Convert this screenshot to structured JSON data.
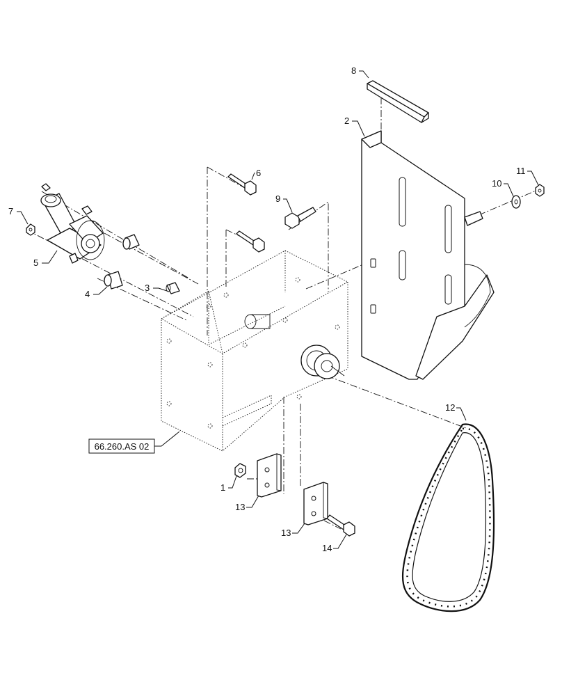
{
  "callouts": [
    {
      "id": "1",
      "label": "1"
    },
    {
      "id": "2",
      "label": "2"
    },
    {
      "id": "3",
      "label": "3"
    },
    {
      "id": "4",
      "label": "4"
    },
    {
      "id": "5",
      "label": "5"
    },
    {
      "id": "6",
      "label": "6"
    },
    {
      "id": "7",
      "label": "7"
    },
    {
      "id": "8",
      "label": "8"
    },
    {
      "id": "9",
      "label": "9"
    },
    {
      "id": "10",
      "label": "10"
    },
    {
      "id": "11",
      "label": "11"
    },
    {
      "id": "12",
      "label": "12"
    },
    {
      "id": "13a",
      "label": "13"
    },
    {
      "id": "13b",
      "label": "13"
    },
    {
      "id": "14",
      "label": "14"
    }
  ],
  "reference_box": {
    "label": "66.260.AS 02"
  }
}
